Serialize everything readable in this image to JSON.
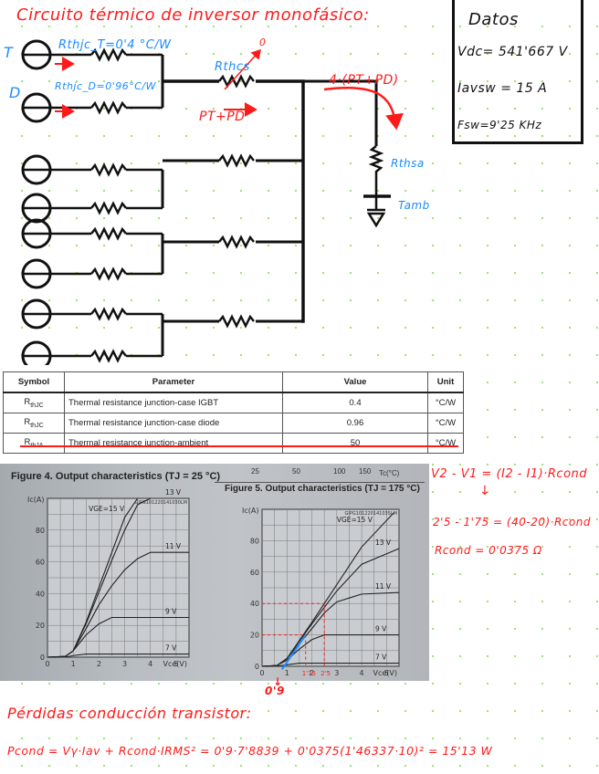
{
  "title": "Circuito térmico de inversor monofásico:",
  "circuit": {
    "source_T_label": "T",
    "source_D_label": "D",
    "rthjc_T": "Rthjc_T=0'4 °C/W",
    "rthjc_D": "Rthjc_D=0'96°C/W",
    "rthcs": "Rthcs",
    "rthcs_value": "0",
    "power_label": "PT+PD",
    "total_power_label": "4·(PT+PD)",
    "rthsa": "Rthsa",
    "tamb": "Tamb"
  },
  "datos": {
    "title": "Datos",
    "vdc": "Vdc= 541'667 V",
    "iavsw": "Iavsw = 15 A",
    "fsw": "Fsw=9'25 KHz"
  },
  "table": {
    "headers": [
      "Symbol",
      "Parameter",
      "Value",
      "Unit"
    ],
    "rows": [
      {
        "symbol": "R",
        "symbol_sub": "thJC",
        "parameter": "Thermal resistance junction-case IGBT",
        "value": "0.4",
        "unit": "°C/W",
        "struck": false
      },
      {
        "symbol": "R",
        "symbol_sub": "thJC",
        "parameter": "Thermal resistance junction-case diode",
        "value": "0.96",
        "unit": "°C/W",
        "struck": false
      },
      {
        "symbol": "R",
        "symbol_sub": "thJA",
        "parameter": "Thermal resistance junction-ambient",
        "value": "50",
        "unit": "°C/W",
        "struck": true
      }
    ]
  },
  "photo_top_strip": {
    "ticks": [
      "25",
      "50",
      "100",
      "150"
    ],
    "label": "Tc(°C)"
  },
  "chart_data": [
    {
      "type": "line",
      "title": "Figure 4. Output characteristics (TJ = 25 °C)",
      "code": "GIPG101220141030LM",
      "xlabel": "Vce(V)",
      "ylabel": "Ic(A)",
      "xlim": [
        0,
        5.5
      ],
      "ylim": [
        0,
        100
      ],
      "xticks": [
        "0",
        "1",
        "2",
        "3",
        "4",
        "5"
      ],
      "yticks": [
        "0",
        "20",
        "40",
        "60",
        "80"
      ],
      "grid": true,
      "series": [
        {
          "name": "VGE=15 V",
          "x": [
            0,
            0.7,
            1,
            1.5,
            2,
            2.5,
            3,
            3.5
          ],
          "y": [
            0,
            0.5,
            4,
            22,
            44,
            66,
            88,
            100
          ]
        },
        {
          "name": "13 V",
          "x": [
            0,
            0.7,
            1,
            1.5,
            2,
            2.5,
            3,
            3.5,
            4
          ],
          "y": [
            0,
            0.5,
            4,
            21,
            41,
            61,
            80,
            96,
            100
          ]
        },
        {
          "name": "11 V",
          "x": [
            0,
            0.7,
            1,
            1.5,
            2,
            2.5,
            3,
            3.5,
            4,
            5.5
          ],
          "y": [
            0,
            0.5,
            4,
            18,
            33,
            45,
            55,
            62,
            66,
            66
          ]
        },
        {
          "name": "9 V",
          "x": [
            0,
            0.7,
            1,
            1.5,
            2,
            2.5,
            5.5
          ],
          "y": [
            0,
            0.5,
            4,
            14,
            21,
            25,
            25
          ]
        },
        {
          "name": "7 V",
          "x": [
            0,
            0.8,
            1,
            1.5,
            5.5
          ],
          "y": [
            0,
            0.3,
            1,
            2,
            2
          ]
        }
      ]
    },
    {
      "type": "line",
      "title": "Figure 5. Output characteristics (TJ = 175 °C)",
      "code": "GIPG101220141035LM",
      "xlabel": "Vce(V)",
      "ylabel": "Ic(A)",
      "xlim": [
        0,
        5.5
      ],
      "ylim": [
        0,
        100
      ],
      "xticks": [
        "0",
        "1",
        "2",
        "3",
        "4",
        "5"
      ],
      "yticks": [
        "0",
        "20",
        "40",
        "60",
        "80"
      ],
      "grid": true,
      "series": [
        {
          "name": "VGE=15 V",
          "x": [
            0,
            0.6,
            1,
            2,
            3,
            4,
            5.3
          ],
          "y": [
            0,
            0.5,
            5,
            28,
            52,
            76,
            98
          ]
        },
        {
          "name": "13 V",
          "x": [
            0,
            0.6,
            1,
            2,
            3,
            4,
            5.5
          ],
          "y": [
            0,
            0.5,
            5,
            27,
            48,
            65,
            75
          ]
        },
        {
          "name": "11 V",
          "x": [
            0,
            0.6,
            1,
            2,
            2.5,
            3,
            4,
            5.5
          ],
          "y": [
            0,
            0.5,
            5,
            24,
            34,
            41,
            46,
            47
          ]
        },
        {
          "name": "9 V",
          "x": [
            0,
            0.6,
            1,
            1.5,
            2,
            2.5,
            5.5
          ],
          "y": [
            0,
            0.5,
            4,
            11,
            17,
            20,
            20
          ]
        },
        {
          "name": "7 V",
          "x": [
            0,
            0.7,
            1,
            1.5,
            5.5
          ],
          "y": [
            0,
            0.3,
            1,
            2,
            2
          ]
        }
      ],
      "annotations": {
        "tangent_line": {
          "x": [
            0.9,
            1.75
          ],
          "y": [
            0,
            20
          ],
          "color": "#1a8cff"
        },
        "marked_points": [
          {
            "x": 1.75,
            "y": 20,
            "label": "1'75"
          },
          {
            "x": 2.5,
            "y": 40,
            "label": "2'5"
          }
        ],
        "intercept_label": "0'9"
      }
    }
  ],
  "notes": {
    "eq1": "V2 - V1 = (I2 - I1)·Rcond",
    "eq2": "2'5 - 1'75 = (40-20)·Rcond",
    "eq3": "Rcond = 0'0375 Ω",
    "intercept": "0'9"
  },
  "bottom": {
    "heading": "Pérdidas conducción transistor:",
    "formula": "Pcond = Vγ·Iav + Rcond·IRMS² = 0'9·7'8839 + 0'0375(1'46337·10)² = 15'13 W"
  },
  "colors": {
    "ink_red": "#ff1a1a",
    "ink_blue": "#1a8cff",
    "ink_black": "#111111",
    "grid_dot": "#9be36a"
  }
}
